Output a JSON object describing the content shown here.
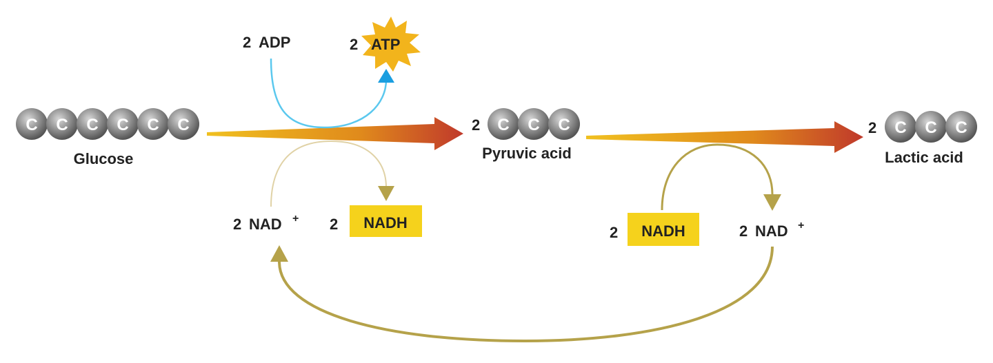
{
  "molecules": {
    "glucose": {
      "label": "Glucose",
      "carbon_symbol": "C",
      "carbon_count": 6
    },
    "pyruvic_acid": {
      "label": "Pyruvic acid",
      "coefficient": "2",
      "carbon_symbol": "C",
      "carbon_count": 3
    },
    "lactic_acid": {
      "label": "Lactic acid",
      "coefficient": "2",
      "carbon_symbol": "C",
      "carbon_count": 3
    }
  },
  "atp_step": {
    "adp": {
      "coefficient": "2",
      "label": "ADP"
    },
    "atp": {
      "coefficient": "2",
      "label": "ATP"
    }
  },
  "glycolysis_redox": {
    "nad": {
      "coefficient": "2",
      "label": "NAD",
      "superscript": "+"
    },
    "nadh": {
      "coefficient": "2",
      "label": "NADH"
    }
  },
  "fermentation_redox": {
    "nadh": {
      "coefficient": "2",
      "label": "NADH"
    },
    "nad": {
      "coefficient": "2",
      "label": "NAD",
      "superscript": "+"
    }
  },
  "colors": {
    "carbon_ball": "#8a8a8a",
    "arrow_start": "#f0c020",
    "arrow_end": "#c0392b",
    "adp_atp_arc": "#5bc8ee",
    "atp_arrowhead": "#1a9ee0",
    "redox_arc": "#b5a24a",
    "highlight": "#f5d21c",
    "atp_burst": "#f2b41c"
  }
}
